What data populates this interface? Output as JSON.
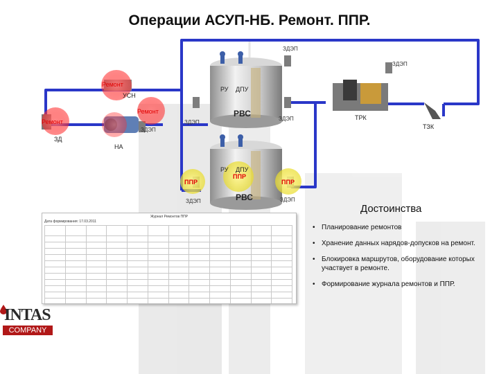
{
  "title": "Операции АСУП-НБ. Ремонт. ППР.",
  "labels": {
    "uzn": "УСН",
    "zd": "ЗД",
    "na": "НА",
    "zdp1": "ЗДЭП",
    "zdp2": "ЗДЭП",
    "zdp3": "ЗДЭП",
    "zdp4": "ЗДЭП",
    "zdp5": "ЗДЭП",
    "zdp6": "ЗДЭП",
    "zdp7": "ЗДЭП",
    "ru1": "РУ",
    "dpu1": "ДПУ",
    "ru2": "РУ",
    "dpu2": "ДПУ",
    "rvs1": "РВС",
    "rvs2": "РВС",
    "trk": "ТРК",
    "tzk": "ТЗК"
  },
  "badges": {
    "remont1": "Ремонт",
    "remont2": "Ремонт",
    "remont3": "Ремонт",
    "ppr1": "ППР",
    "ppr2": "ППР",
    "ppr3": "ППР"
  },
  "journal": {
    "title": "Журнал Ремонтов ППР",
    "subtitle": "Дата формирования: 17.03.2011"
  },
  "advantages": {
    "title": "Достоинства",
    "items": [
      "Планирование ремонтов",
      "Хранение данных нарядов-допусков на ремонт.",
      "Блокировка маршрутов, оборудование которых участвует в ремонте.",
      "Формирование журнала ремонтов и ППР."
    ]
  },
  "logo": {
    "brand": "INTAS",
    "company": "COMPANY"
  },
  "colors": {
    "pipe": "#2a37c8",
    "alert": "#e00000",
    "ppr_halo": "#f2e84a"
  }
}
